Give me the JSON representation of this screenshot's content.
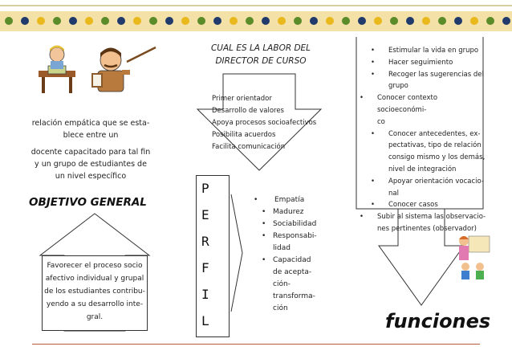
{
  "left": {
    "description_line1": "relación empática que se esta-",
    "description_line2": "blece entre un",
    "description_line3": "docente capacitado para tal fin",
    "description_line4": "y un grupo de estudiantes de",
    "description_line5": "un nivel específico",
    "objective_heading": "OBJETIVO GENERAL",
    "objective_lines": [
      "Favorecer el proceso socio",
      "afectivo individual y grupal",
      "de los estudiantes contribu-",
      "yendo a su desarrollo inte-",
      "gral."
    ]
  },
  "middle": {
    "heading_line1": "CUAL ES LA LABOR DEL",
    "heading_line2": "DIRECTOR DE CURSO",
    "labor_items": [
      "Primer orientador",
      "Desarrollo de valores",
      "Apoya procesos socioafectivos",
      "Posibilita acuerdos",
      "Facilita comunicación"
    ],
    "perfil_letters": [
      "P",
      "E",
      "R",
      "F",
      "I",
      "L"
    ],
    "perfil_main": "Empatía",
    "perfil_items": [
      "Madurez",
      "Sociabilidad",
      "Responsabi-",
      "lidad",
      "Capacidad",
      "de acepta-",
      "ción-",
      "transforma-",
      "ción"
    ]
  },
  "right": {
    "func_lines": [
      "Estimular la vida en grupo",
      "Hacer seguimiento",
      "Recoger las sugerencias del",
      "grupo",
      "Conocer contexto socioeconómi-",
      "co",
      "Conocer antecedentes, ex-",
      "pectativas, tipo de relación",
      "consigo mismo y los demás,",
      "nivel de integración",
      "Apoyar orientación vocacio-",
      "nal",
      "Conocer casos",
      "Subir al sistema las observacio-",
      "nes pertinentes  (observador)"
    ],
    "funciones_label": "funciones"
  },
  "colors": {
    "border_band": "#f3e1a8",
    "dot_green": "#5b8c2a",
    "dot_navy": "#1f3a6b",
    "dot_gold": "#e8b81c",
    "rule": "#b85a3a"
  },
  "icons": [
    "student-desk-clipart",
    "teacher-pointer-clipart",
    "classroom-teacher-clipart"
  ]
}
